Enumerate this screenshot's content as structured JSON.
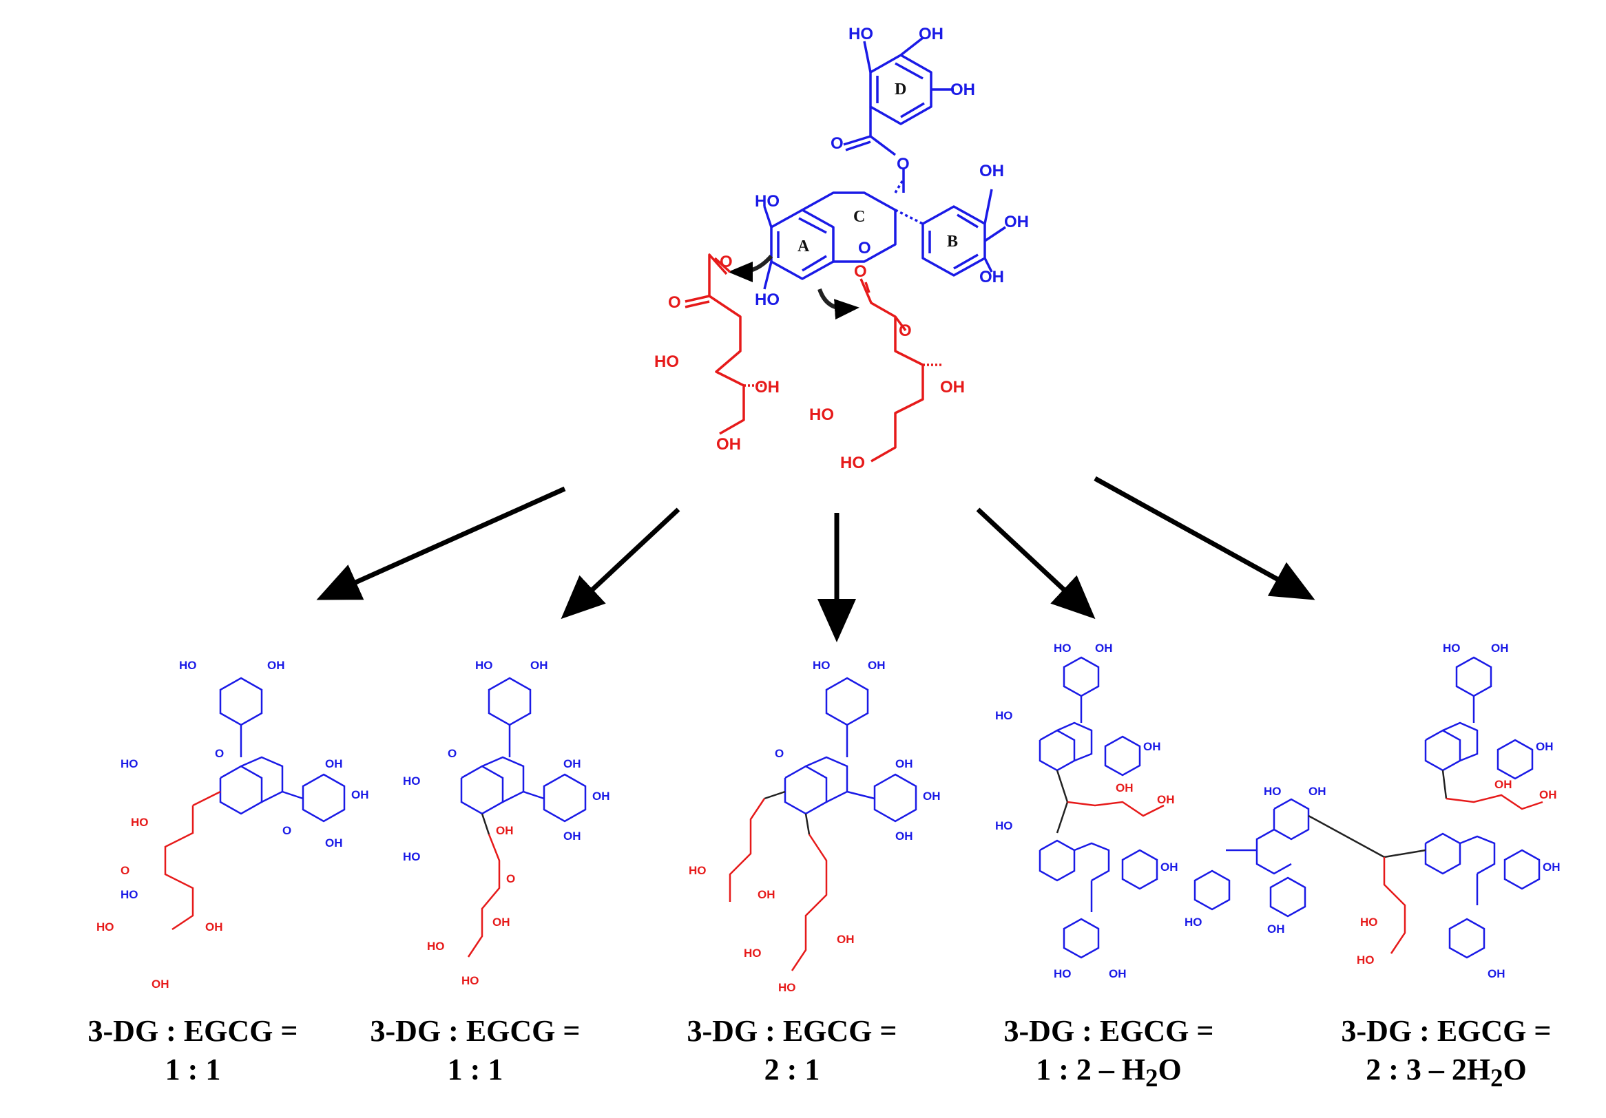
{
  "egcg": {
    "ring_labels": [
      "A",
      "B",
      "C",
      "D"
    ],
    "atoms": {
      "oh": "OH",
      "ho": "HO",
      "o": "O"
    }
  },
  "dg": {
    "atoms": {
      "oh": "OH",
      "ho": "HO",
      "o": "O"
    }
  },
  "colors": {
    "egcg": "#1a1ae6",
    "dg": "#e61a1a",
    "bridge": "#222222",
    "arrow": "#000000"
  },
  "products": [
    {
      "line1": "3-DG : EGCG =",
      "line2": "1 : 1"
    },
    {
      "line1": "3-DG : EGCG =",
      "line2": "1 : 1"
    },
    {
      "line1": "3-DG : EGCG =",
      "line2": "2 : 1"
    },
    {
      "line1": "3-DG : EGCG =",
      "line2": "1 : 2  – H",
      "sub": "2",
      "tail": "O"
    },
    {
      "line1": "3-DG : EGCG =",
      "line2": "2 : 3  – 2H",
      "sub": "2",
      "tail": "O"
    }
  ]
}
